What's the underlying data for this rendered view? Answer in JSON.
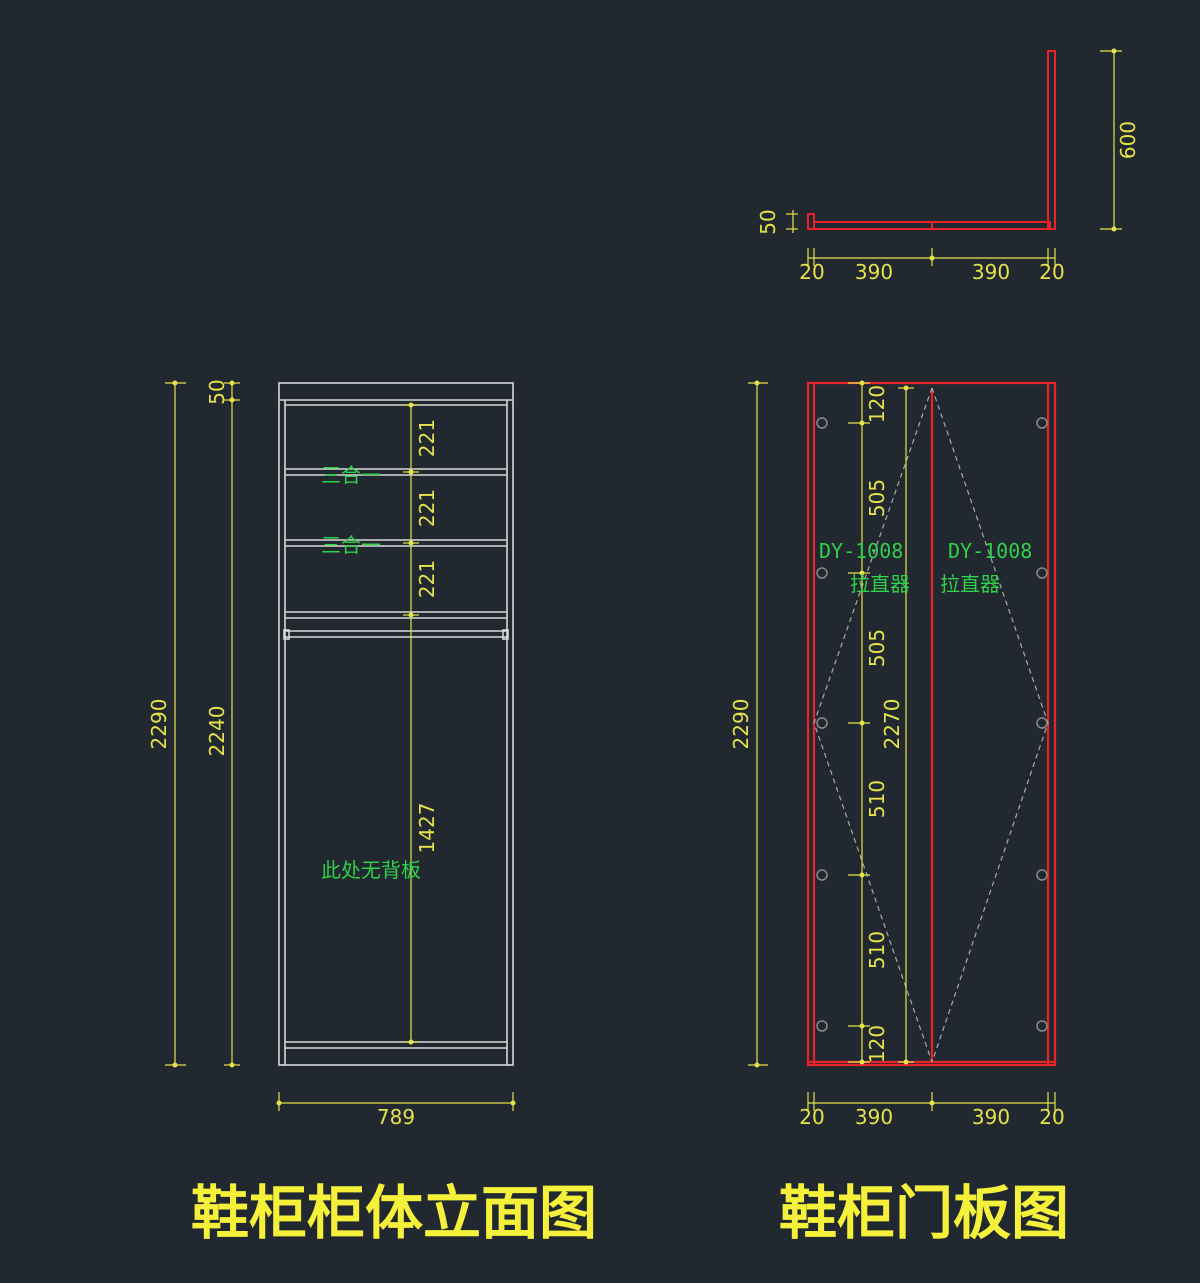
{
  "colors": {
    "background": "#212830",
    "dimension": "#e6e24a",
    "carcass_line": "#d8d8d8",
    "door_line": "#e8232a",
    "annotation": "#2fd04a",
    "title": "#f5f03a"
  },
  "carcass_elevation": {
    "title": "鞋柜柜体立面图",
    "dim_overall_height": "2290",
    "dim_inner_height": "2240",
    "dim_top_panel": "50",
    "dim_width": "789",
    "dim_shelf_1": "221",
    "dim_shelf_2": "221",
    "dim_shelf_3": "221",
    "dim_hanging": "1427",
    "note_connector_1": "三合一",
    "note_connector_2": "三合一",
    "note_no_backboard": "此处无背板"
  },
  "door_panel": {
    "title": "鞋柜门板图",
    "dim_overall_height": "2290",
    "dim_door_height": "2270",
    "hinge_dims": [
      "120",
      "505",
      "505",
      "510",
      "510",
      "120"
    ],
    "bottom_dims": [
      "20",
      "390",
      "390",
      "20"
    ],
    "note_left_code": "DY-1008",
    "note_left_name": "拉直器",
    "note_right_code": "DY-1008",
    "note_right_name": "拉直器"
  },
  "plan_view": {
    "dim_height": "600",
    "dim_thickness": "50",
    "bottom_dims": [
      "20",
      "390",
      "390",
      "20"
    ]
  }
}
